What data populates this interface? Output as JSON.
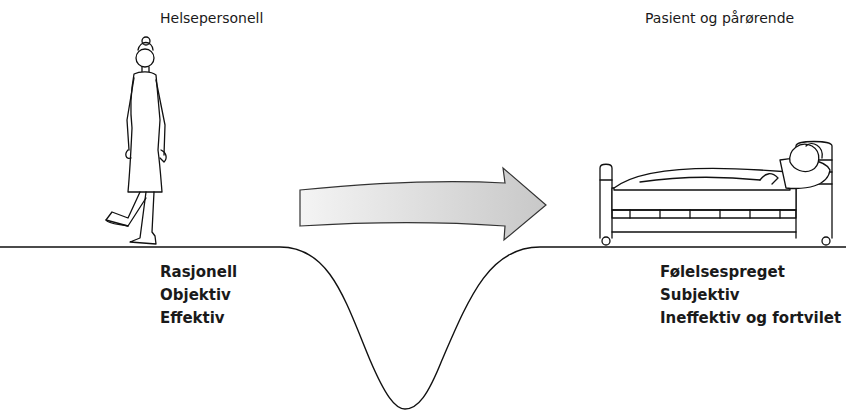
{
  "diagram": {
    "labels": [
      "Helsepersonell",
      "Pasient og pårørende",
      "Rasjonell",
      "Objektiv",
      "Effektiv",
      "Følelsespreget",
      "Subjektiv",
      "Ineffektiv og fortvilet"
    ]
  }
}
